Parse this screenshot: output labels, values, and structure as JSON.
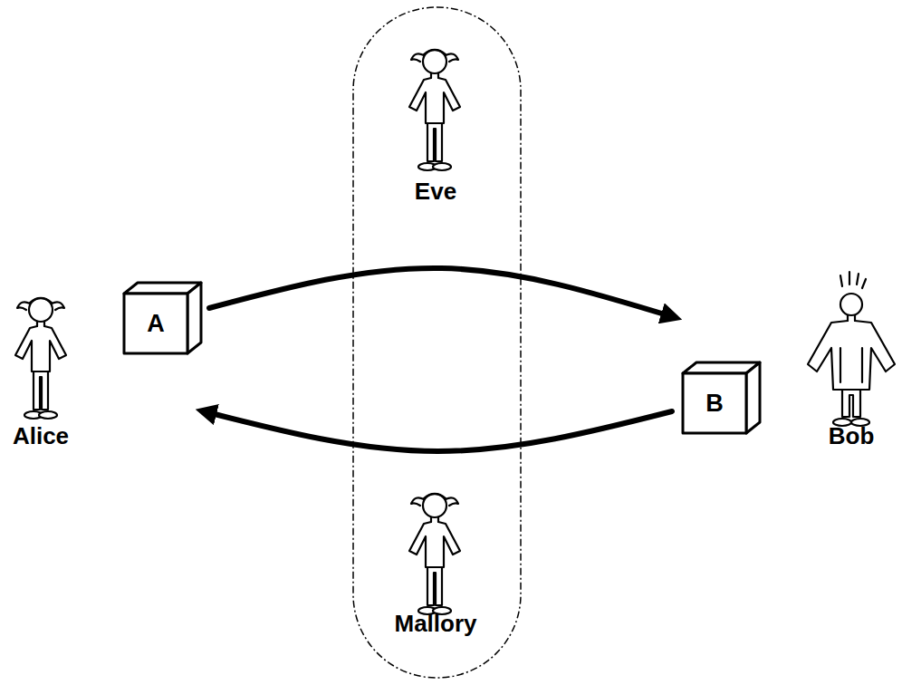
{
  "diagram": {
    "nodes": [
      {
        "text": [
          "A"
        ]
      },
      {
        "text": [
          "B"
        ]
      }
    ],
    "edges": [
      {
        "from": 0,
        "to": 1,
        "arrow": "to"
      },
      {
        "from": 1,
        "to": 0,
        "arrow": "to"
      }
    ],
    "labels": [
      "Alice",
      "Bob",
      "Eve",
      "Mallory"
    ]
  }
}
